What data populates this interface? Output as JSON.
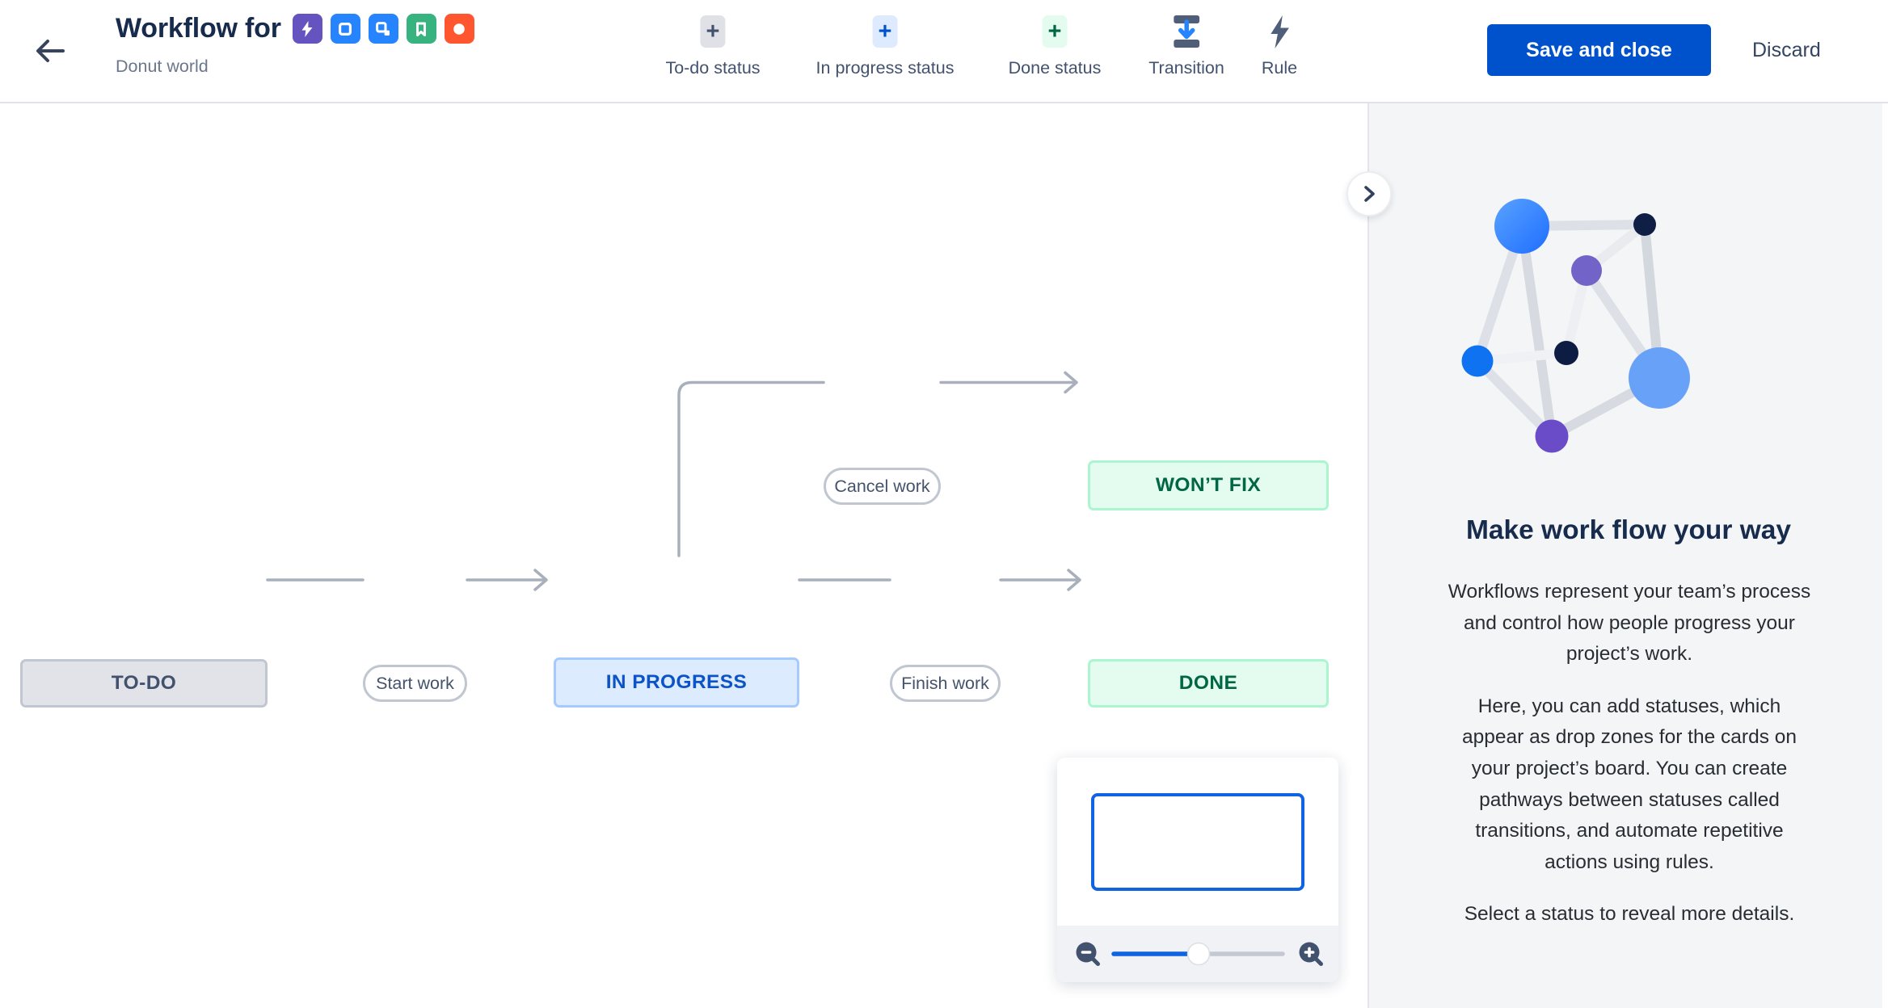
{
  "header": {
    "title": "Workflow for",
    "subtitle": "Donut world",
    "issue_type_icons": [
      {
        "name": "epic",
        "color": "#6554C0"
      },
      {
        "name": "task",
        "color": "#2684FF"
      },
      {
        "name": "subtask",
        "color": "#2684FF"
      },
      {
        "name": "story",
        "color": "#36B37E"
      },
      {
        "name": "bug",
        "color": "#FF5630"
      }
    ],
    "toolbar": [
      {
        "label": "To-do status",
        "icon": "plus-gray"
      },
      {
        "label": "In progress status",
        "icon": "plus-blue"
      },
      {
        "label": "Done status",
        "icon": "plus-green"
      },
      {
        "label": "Transition",
        "icon": "transition"
      },
      {
        "label": "Rule",
        "icon": "lightning"
      }
    ],
    "save_label": "Save and close",
    "discard_label": "Discard"
  },
  "workflow": {
    "statuses": [
      {
        "label": "TO-DO",
        "category": "todo"
      },
      {
        "label": "IN PROGRESS",
        "category": "in-progress"
      },
      {
        "label": "DONE",
        "category": "done"
      },
      {
        "label": "WON’T FIX",
        "category": "done"
      }
    ],
    "transitions": [
      {
        "label": "Start work",
        "from": "TO-DO",
        "to": "IN PROGRESS"
      },
      {
        "label": "Finish work",
        "from": "IN PROGRESS",
        "to": "DONE"
      },
      {
        "label": "Cancel work",
        "from": "IN PROGRESS",
        "to": "WON’T FIX"
      }
    ]
  },
  "minimap": {
    "slider_fraction": 0.5
  },
  "sidebar": {
    "heading": "Make work flow your way",
    "paragraphs": [
      "Workflows represent your team’s process and control how people progress your project’s work.",
      "Here, you can add statuses, which appear as drop zones for the cards on your project’s board. You can create pathways between statuses called transitions, and automate repetitive actions using rules.",
      "Select a status to reveal more details."
    ]
  },
  "colors": {
    "primary_blue": "#0052CC",
    "todo_bg": "#E1E3E8",
    "todo_text": "#42526E",
    "inprogress_bg": "#DCEBFE",
    "inprogress_border": "#A6C9FF",
    "inprogress_text": "#0B53C7",
    "done_bg": "#E3FCEF",
    "done_border": "#ABF5D1",
    "done_text": "#006644",
    "connector": "#A9B0BC",
    "sidebar_bg": "#F4F5F7",
    "heading_text": "#172B4D"
  }
}
